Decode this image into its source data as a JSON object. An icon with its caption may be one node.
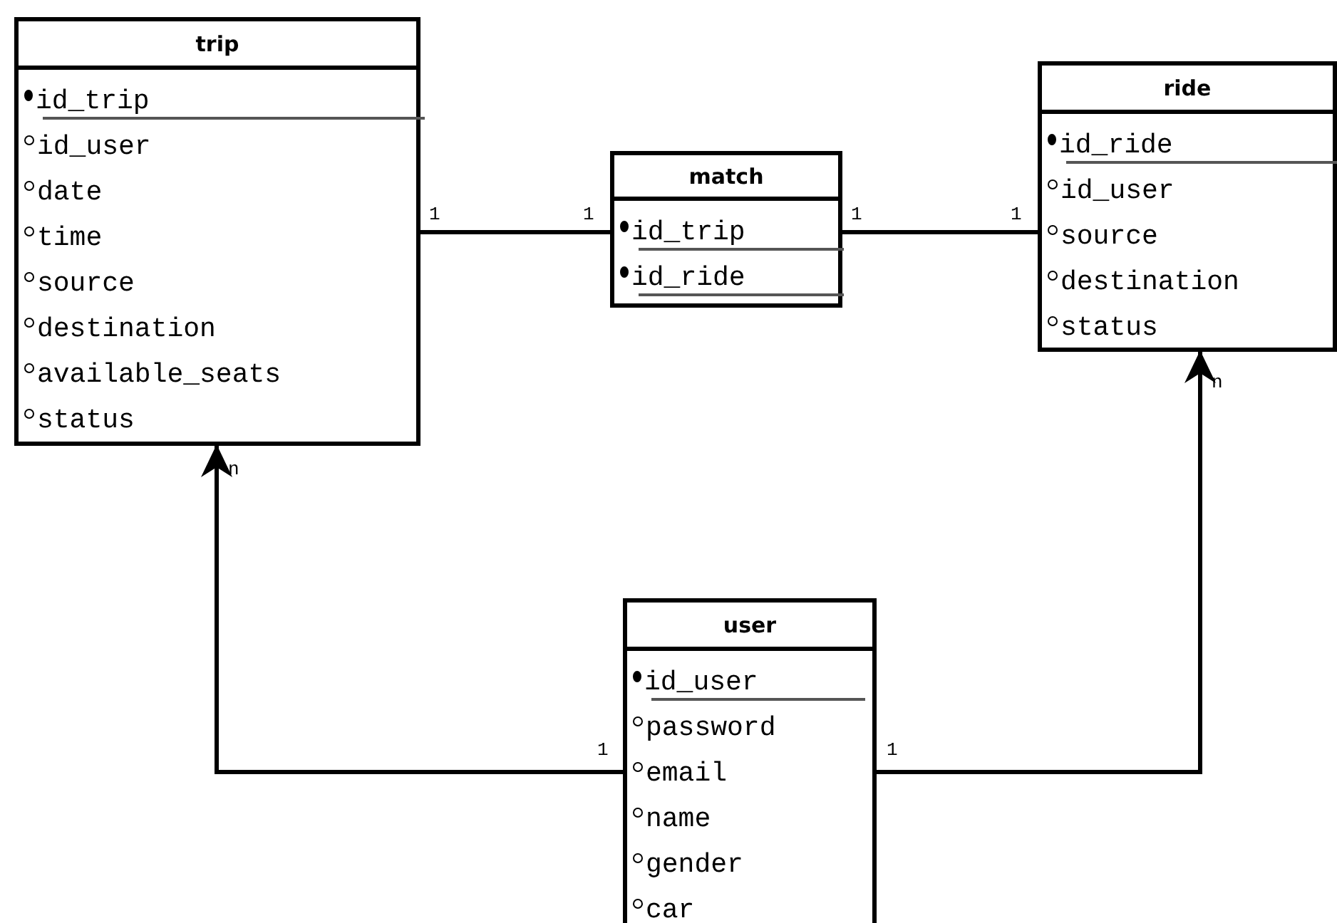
{
  "diagram": {
    "nodes": [
      {
        "text": [
          "trip",
          "id_trip",
          "id_user",
          "date",
          "time",
          "source",
          "destination",
          "available_seats",
          "status"
        ]
      },
      {
        "text": [
          "match",
          "id_trip",
          "id_ride"
        ]
      },
      {
        "text": [
          "ride",
          "id_ride",
          "id_user",
          "source",
          "destination",
          "status"
        ]
      },
      {
        "text": [
          "user",
          "id_user",
          "password",
          "email",
          "name",
          "gender",
          "car"
        ]
      }
    ],
    "edges": [
      {
        "from": 0,
        "to": 1,
        "arrow": "none"
      },
      {
        "from": 1,
        "to": 2,
        "arrow": "none"
      },
      {
        "from": 3,
        "to": 0,
        "arrow": "to"
      },
      {
        "from": 3,
        "to": 2,
        "arrow": "to"
      }
    ],
    "labels": [
      "1",
      "1",
      "1",
      "1",
      "n",
      "n",
      "1",
      "1"
    ]
  }
}
